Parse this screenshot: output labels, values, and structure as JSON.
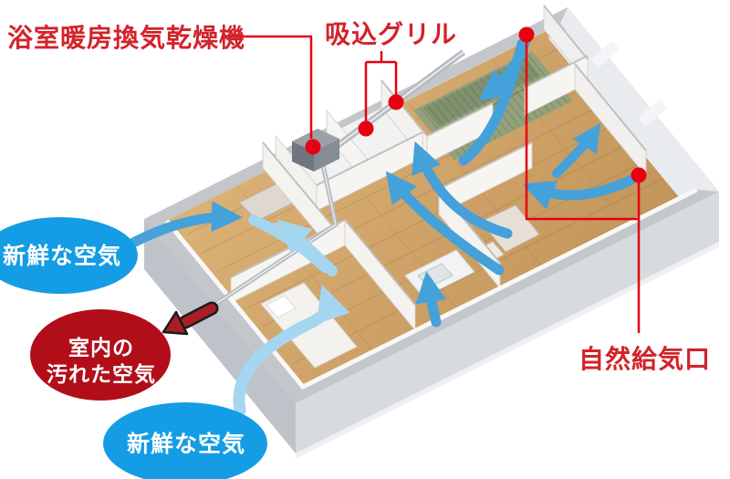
{
  "labels": {
    "bath_unit": "浴室暖房換気乾燥機",
    "suction_grill": "吸込グリル",
    "natural_inlet": "自然給気口"
  },
  "bubbles": {
    "fresh_air_top": "新鮮な空気",
    "fresh_air_bottom": "新鮮な空気",
    "dirty_air_line1": "室内の",
    "dirty_air_line2": "汚れた空気"
  },
  "colors": {
    "label_red": "#d2232a",
    "callout_red": "#e60012",
    "bubble_blue": "#149de4",
    "bubble_dark_red": "#b20e1a",
    "flow_blue": "#45a1d9",
    "flow_light_blue": "#a4d6f0",
    "exhaust_dark_red": "#a81e24"
  }
}
